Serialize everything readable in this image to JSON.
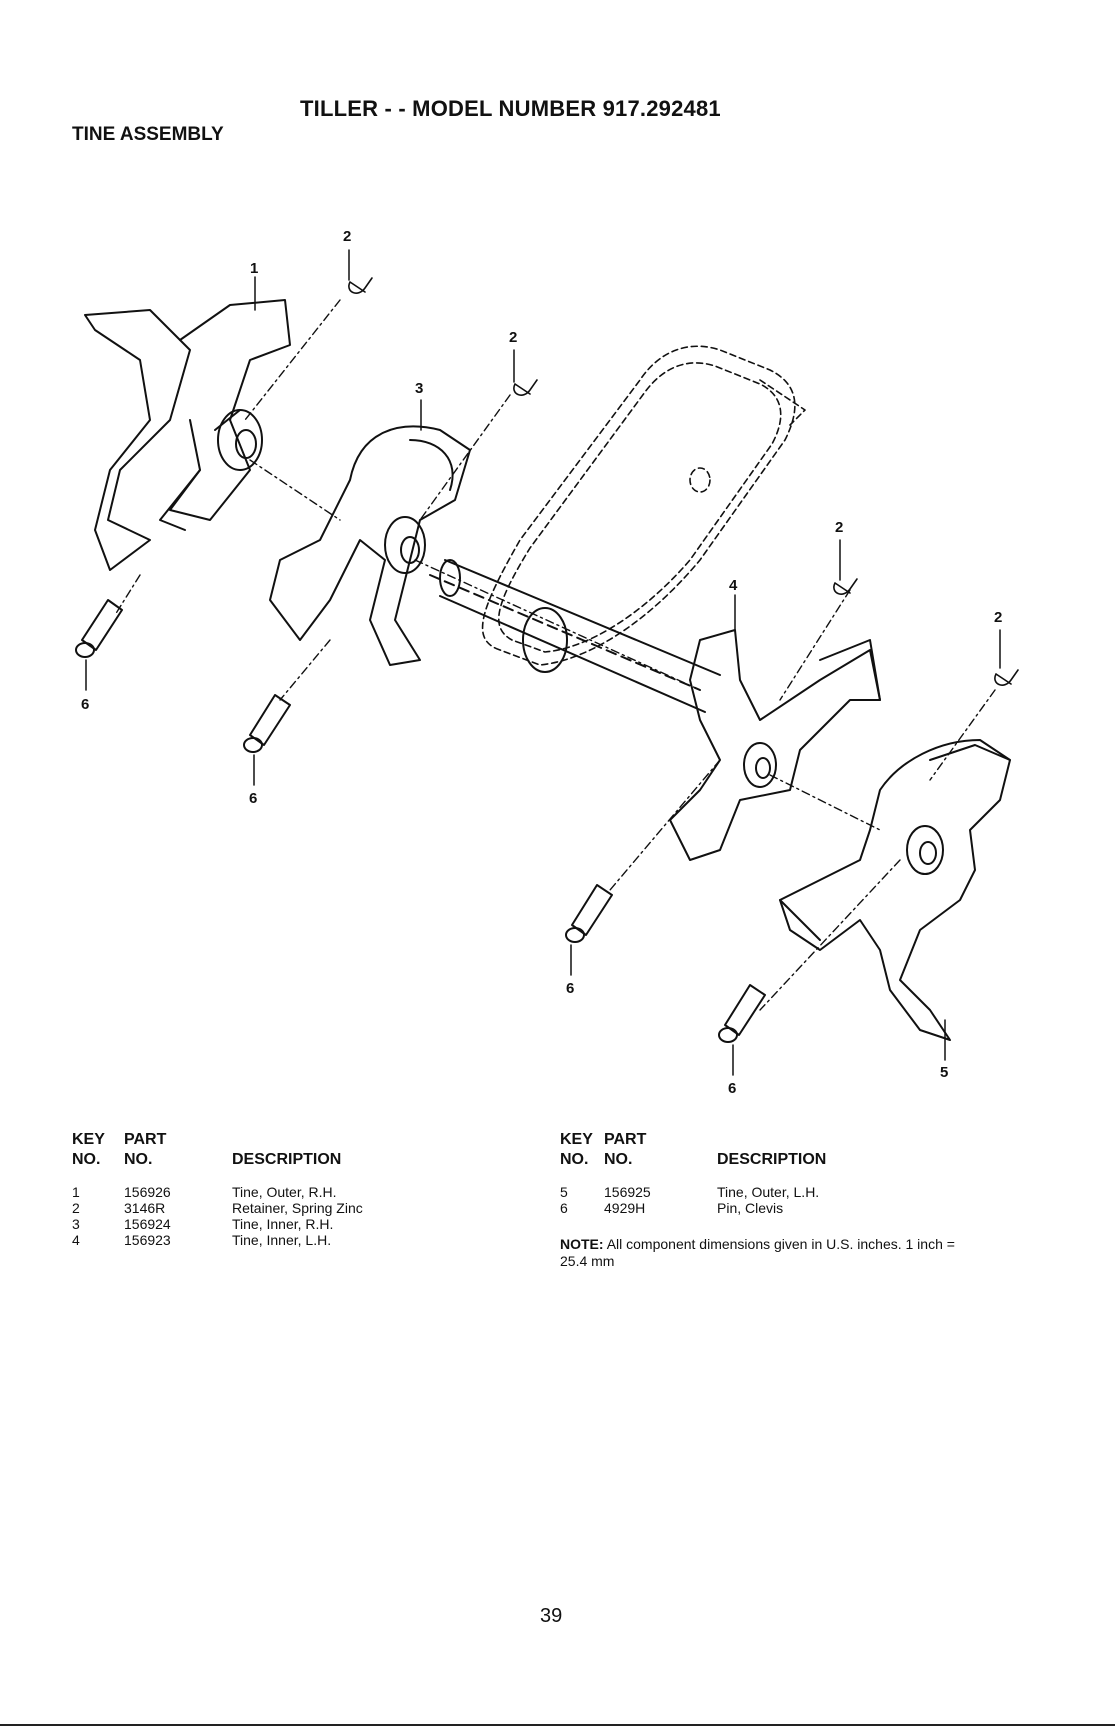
{
  "header": {
    "title": "TILLER - - MODEL NUMBER 917.292481",
    "section": "TINE ASSEMBLY"
  },
  "diagram": {
    "callouts": [
      "1",
      "2",
      "2",
      "3",
      "2",
      "4",
      "2",
      "6",
      "6",
      "6",
      "6",
      "5"
    ]
  },
  "parts_left": {
    "headers": {
      "key_line1": "KEY",
      "key_line2": "NO.",
      "part_line1": "PART",
      "part_line2": "NO.",
      "description": "DESCRIPTION"
    },
    "rows": [
      {
        "key": "1",
        "part": "156926",
        "description": "Tine, Outer, R.H."
      },
      {
        "key": "2",
        "part": "3146R",
        "description": "Retainer, Spring Zinc"
      },
      {
        "key": "3",
        "part": "156924",
        "description": "Tine, Inner, R.H."
      },
      {
        "key": "4",
        "part": "156923",
        "description": "Tine, Inner, L.H."
      }
    ]
  },
  "parts_right": {
    "headers": {
      "key_line1": "KEY",
      "key_line2": "NO.",
      "part_line1": "PART",
      "part_line2": "NO.",
      "description": "DESCRIPTION"
    },
    "rows": [
      {
        "key": "5",
        "part": "156925",
        "description": "Tine, Outer, L.H."
      },
      {
        "key": "6",
        "part": "4929H",
        "description": "Pin, Clevis"
      }
    ]
  },
  "note": {
    "label": "NOTE:",
    "text": "All component dimensions given in U.S. inches. 1 inch = 25.4 mm"
  },
  "footer": {
    "page_number": "39"
  }
}
